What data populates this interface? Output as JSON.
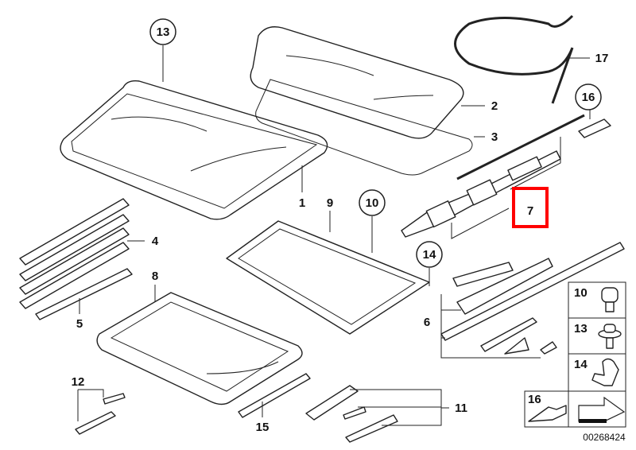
{
  "diagram": {
    "callouts": {
      "c1": "1",
      "c2": "2",
      "c3": "3",
      "c4": "4",
      "c5": "5",
      "c6": "6",
      "c7": "7",
      "c8": "8",
      "c9": "9",
      "c10": "10",
      "c11": "11",
      "c12": "12",
      "c13": "13",
      "c14": "14",
      "c15": "15",
      "c16": "16",
      "c17": "17"
    },
    "legend": {
      "row10": "10",
      "row13": "13",
      "row14": "14",
      "row16": "16"
    },
    "diagram_number": "00268424",
    "highlight_color": "#ff0000"
  }
}
